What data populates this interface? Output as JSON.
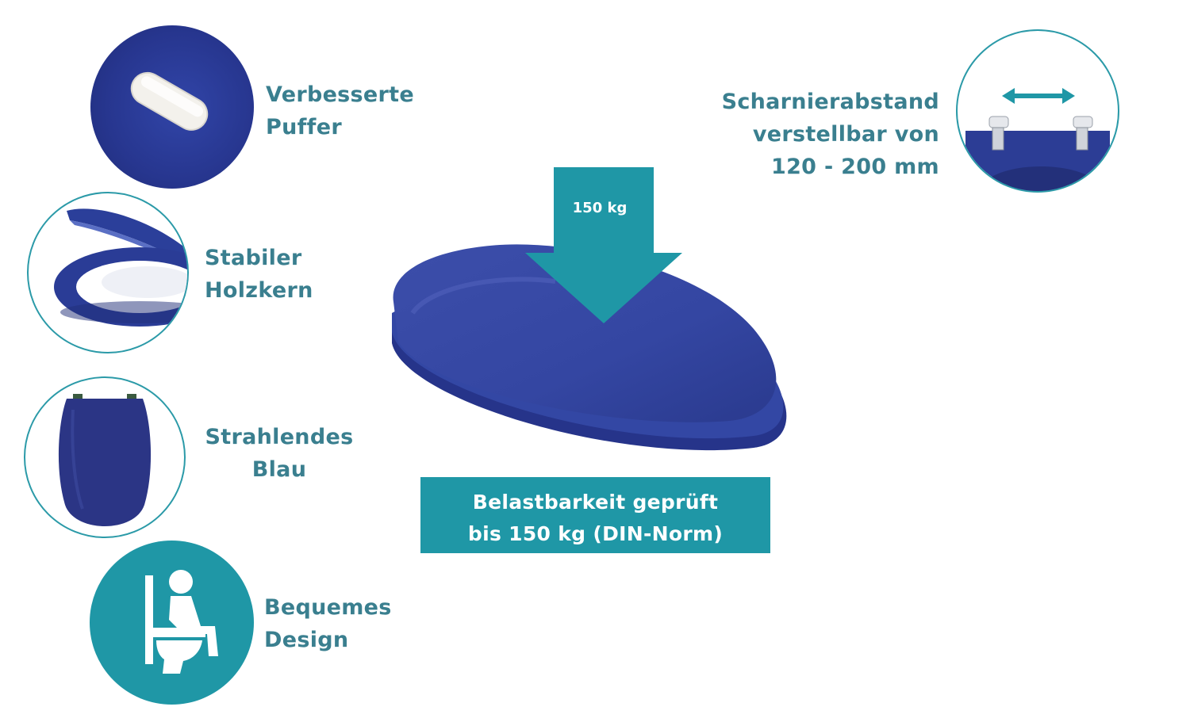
{
  "features": [
    {
      "id": "puffer",
      "lines": [
        "Verbesserte",
        "Puffer"
      ],
      "icon": "bumper-icon"
    },
    {
      "id": "holzkern",
      "lines": [
        "Stabiler",
        "Holzkern"
      ],
      "icon": "toilet-seat-open-icon"
    },
    {
      "id": "blau",
      "lines": [
        "Strahlendes",
        "Blau"
      ],
      "icon": "toilet-seat-top-icon"
    },
    {
      "id": "design",
      "lines": [
        "Bequemes",
        "Design"
      ],
      "icon": "sitting-person-icon"
    }
  ],
  "hinge": {
    "lines": [
      "Scharnierabstand",
      "verstellbar von",
      "120 - 200 mm"
    ],
    "icon": "hinge-distance-icon"
  },
  "load": {
    "arrow_label": "150 kg",
    "banner_lines": [
      "Belastbarkeit geprüft",
      "bis 150 kg (DIN-Norm)"
    ]
  },
  "colors": {
    "teal": "#1f97a6",
    "text": "#3a7f8f",
    "seat_blue": "#2f3f8f"
  }
}
